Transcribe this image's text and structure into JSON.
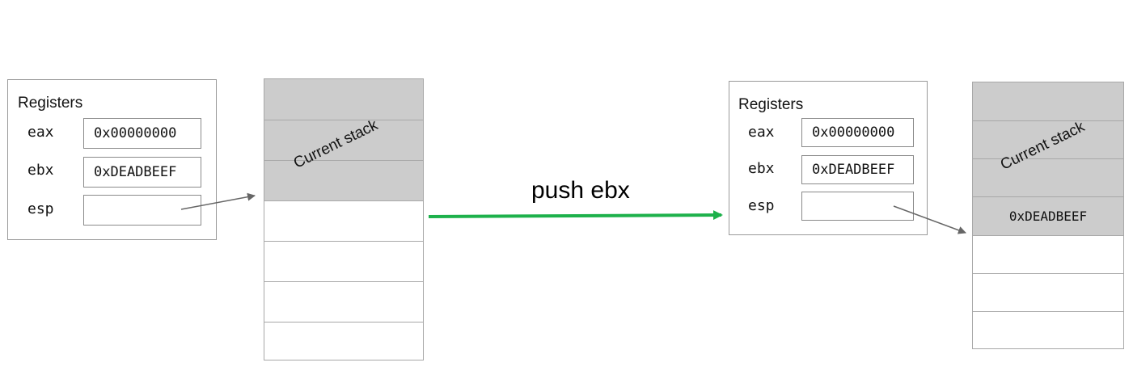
{
  "before": {
    "registers_title": "Registers",
    "registers": [
      {
        "name": "eax",
        "value": "0x00000000"
      },
      {
        "name": "ebx",
        "value": "0xDEADBEEF"
      },
      {
        "name": "esp",
        "value": ""
      }
    ],
    "stack_label": "Current stack",
    "stack_cells": [
      "",
      "",
      "",
      "",
      "",
      "",
      "",
      ""
    ]
  },
  "operation": {
    "label": "push ebx",
    "arrow_color": "#1db14b"
  },
  "after": {
    "registers_title": "Registers",
    "registers": [
      {
        "name": "eax",
        "value": "0x00000000"
      },
      {
        "name": "ebx",
        "value": "0xDEADBEEF"
      },
      {
        "name": "esp",
        "value": ""
      }
    ],
    "stack_label": "Current stack",
    "stack_cells": [
      "",
      "",
      "",
      "0xDEADBEEF",
      "",
      "",
      ""
    ]
  },
  "colors": {
    "stack_fill": "#cccccc",
    "border": "#a8a8a8",
    "pointer_arrow": "#666666"
  }
}
